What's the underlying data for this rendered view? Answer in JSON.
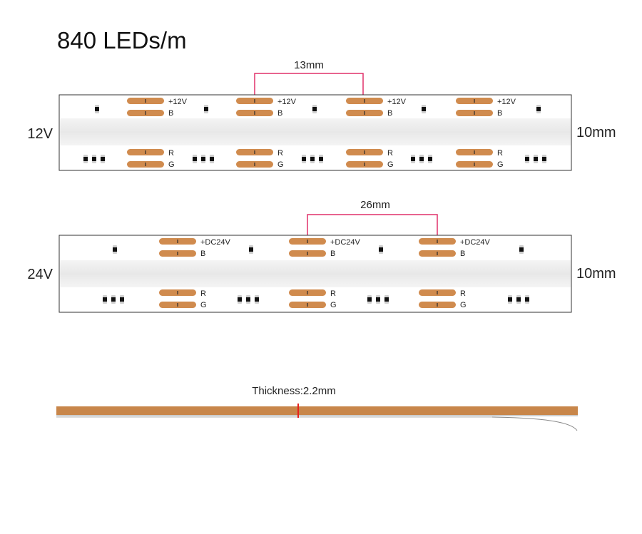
{
  "title": "840 LEDs/m",
  "strips": [
    {
      "voltage": "12V",
      "width": "10mm",
      "spacing": "13mm",
      "labels": {
        "power": "+12V",
        "b": "B",
        "r": "R",
        "g": "G"
      }
    },
    {
      "voltage": "24V",
      "width": "10mm",
      "spacing": "26mm",
      "labels": {
        "power": "+DC24V",
        "b": "B",
        "r": "R",
        "g": "G"
      }
    }
  ],
  "thickness": {
    "label": "Thickness:2.2mm"
  },
  "colors": {
    "pad": "#d08b4e",
    "dimension_line": "#e0306a",
    "thickness_marker": "#e8201c",
    "strip_border": "#333333",
    "strip_center_band": "#ececec",
    "led_chip": "#111111",
    "copper_layer": "#c8864a"
  }
}
